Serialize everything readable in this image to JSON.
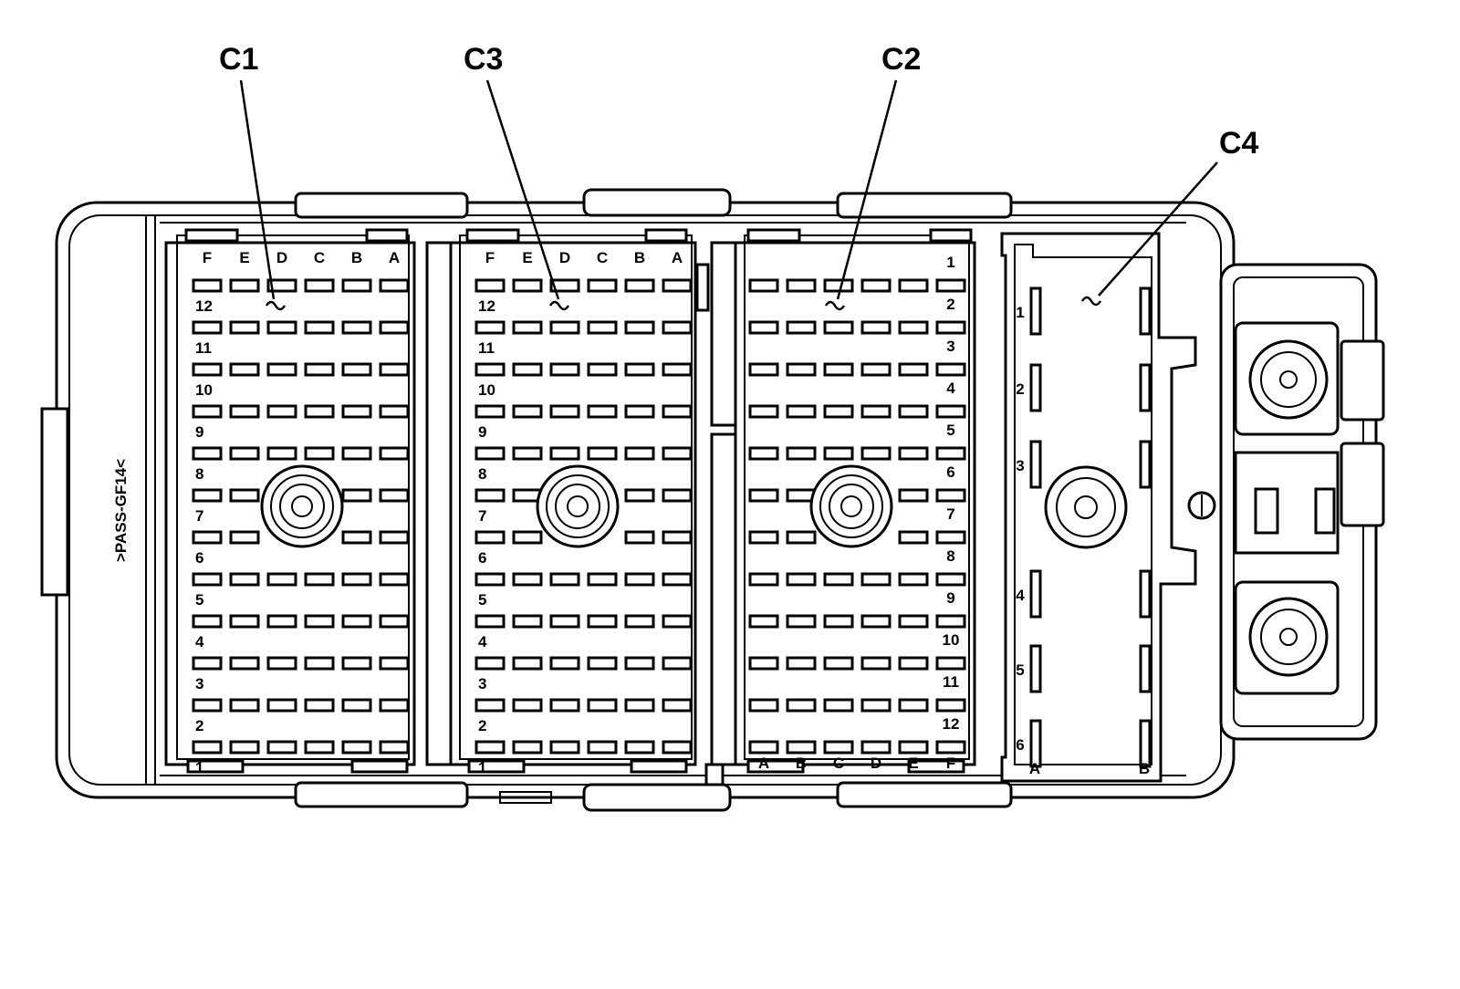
{
  "housing": {
    "part_label": ">PASS-GF14<"
  },
  "connectors": [
    {
      "id": "C1",
      "callout": "C1",
      "top_labels": [
        "F",
        "E",
        "D",
        "C",
        "B",
        "A"
      ],
      "side_labels": [
        "12",
        "11",
        "10",
        "9",
        "8",
        "7",
        "6",
        "5",
        "4",
        "3",
        "2",
        "1"
      ]
    },
    {
      "id": "C3",
      "callout": "C3",
      "top_labels": [
        "F",
        "E",
        "D",
        "C",
        "B",
        "A"
      ],
      "side_labels": [
        "12",
        "11",
        "10",
        "9",
        "8",
        "7",
        "6",
        "5",
        "4",
        "3",
        "2",
        "1"
      ]
    },
    {
      "id": "C2",
      "callout": "C2",
      "bottom_labels": [
        "A",
        "B",
        "C",
        "D",
        "E",
        "F"
      ],
      "side_labels": [
        "1",
        "2",
        "3",
        "4",
        "5",
        "6",
        "7",
        "8",
        "9",
        "10",
        "11",
        "12"
      ]
    },
    {
      "id": "C4",
      "callout": "C4",
      "row_labels": [
        "1",
        "2",
        "3",
        "4",
        "5",
        "6"
      ],
      "column_labels": [
        "A",
        "B"
      ]
    }
  ]
}
